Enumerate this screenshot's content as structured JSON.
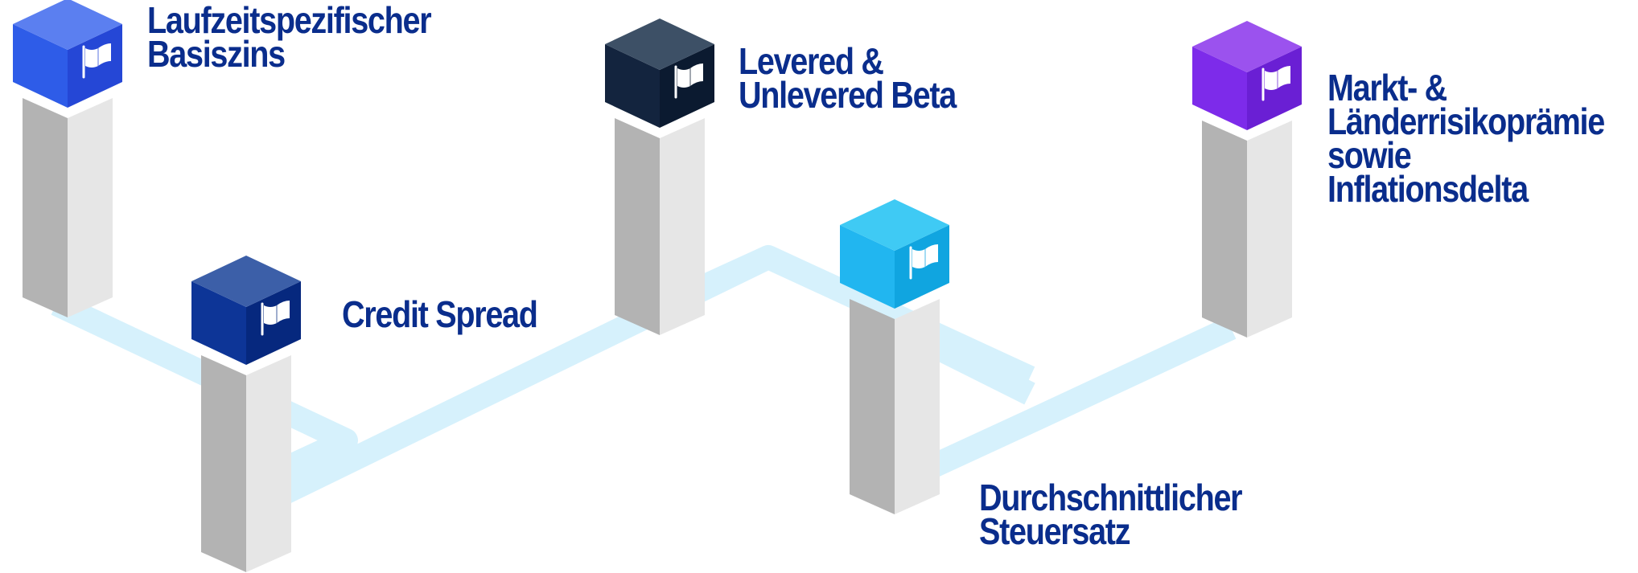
{
  "colors": {
    "path": "#d6f1fc",
    "pillar_left": "#b3b3b3",
    "pillar_right": "#e6e6e6",
    "pillar_top": "#cfcfcf",
    "text": "#0a2d8c",
    "flag": "#ffffff"
  },
  "steps": [
    {
      "id": "basiszins",
      "lines": [
        "Laufzeitspezifischer",
        "Basiszins"
      ],
      "cube_colors": {
        "top": "#5b7ff0",
        "left": "#2e5ce8",
        "right": "#2547d6"
      },
      "icon": "flag-icon"
    },
    {
      "id": "credit-spread",
      "lines": [
        "Credit Spread"
      ],
      "cube_colors": {
        "top": "#3c5fa8",
        "left": "#0d3597",
        "right": "#06287e"
      },
      "icon": "flag-icon"
    },
    {
      "id": "beta",
      "lines": [
        "Levered &",
        "Unlevered Beta"
      ],
      "cube_colors": {
        "top": "#3d5066",
        "left": "#13243e",
        "right": "#0b1a30"
      },
      "icon": "flag-icon"
    },
    {
      "id": "steuersatz",
      "lines": [
        "Durchschnittlicher",
        "Steuersatz"
      ],
      "cube_colors": {
        "top": "#3fcaf4",
        "left": "#21b6f0",
        "right": "#10a5e0"
      },
      "icon": "flag-icon"
    },
    {
      "id": "risikopraemie",
      "lines": [
        "Markt- &",
        "Länderrisikoprämie",
        "sowie",
        "Inflationsdelta"
      ],
      "cube_colors": {
        "top": "#9b52ee",
        "left": "#7d2bea",
        "right": "#6a1fd4"
      },
      "icon": "flag-icon"
    }
  ]
}
